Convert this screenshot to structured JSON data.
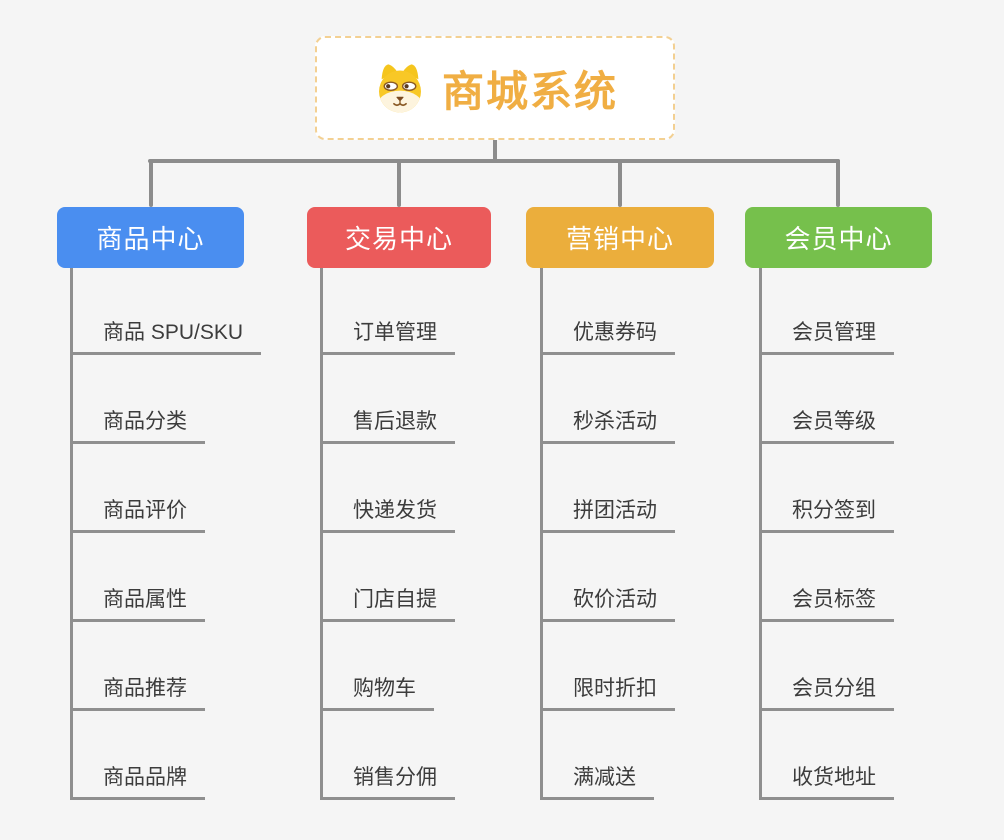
{
  "root": {
    "label": "商城系统",
    "icon": "dog-face-icon"
  },
  "branches": [
    {
      "title": "商品中心",
      "color": "#4a8ef0",
      "items": [
        "商品 SPU/SKU",
        "商品分类",
        "商品评价",
        "商品属性",
        "商品推荐",
        "商品品牌"
      ]
    },
    {
      "title": "交易中心",
      "color": "#eb5b5b",
      "items": [
        "订单管理",
        "售后退款",
        "快递发货",
        "门店自提",
        "购物车",
        "销售分佣"
      ]
    },
    {
      "title": "营销中心",
      "color": "#ebae3c",
      "items": [
        "优惠券码",
        "秒杀活动",
        "拼团活动",
        "砍价活动",
        "限时折扣",
        "满减送"
      ]
    },
    {
      "title": "会员中心",
      "color": "#76c04c",
      "items": [
        "会员管理",
        "会员等级",
        "积分签到",
        "会员标签",
        "会员分组",
        "收货地址"
      ]
    }
  ],
  "colors": {
    "background": "#f5f5f5",
    "connector": "#8c8c8c",
    "item_text": "#3c3c3c",
    "root_text": "#f0ae43",
    "root_border": "#f3d092"
  }
}
